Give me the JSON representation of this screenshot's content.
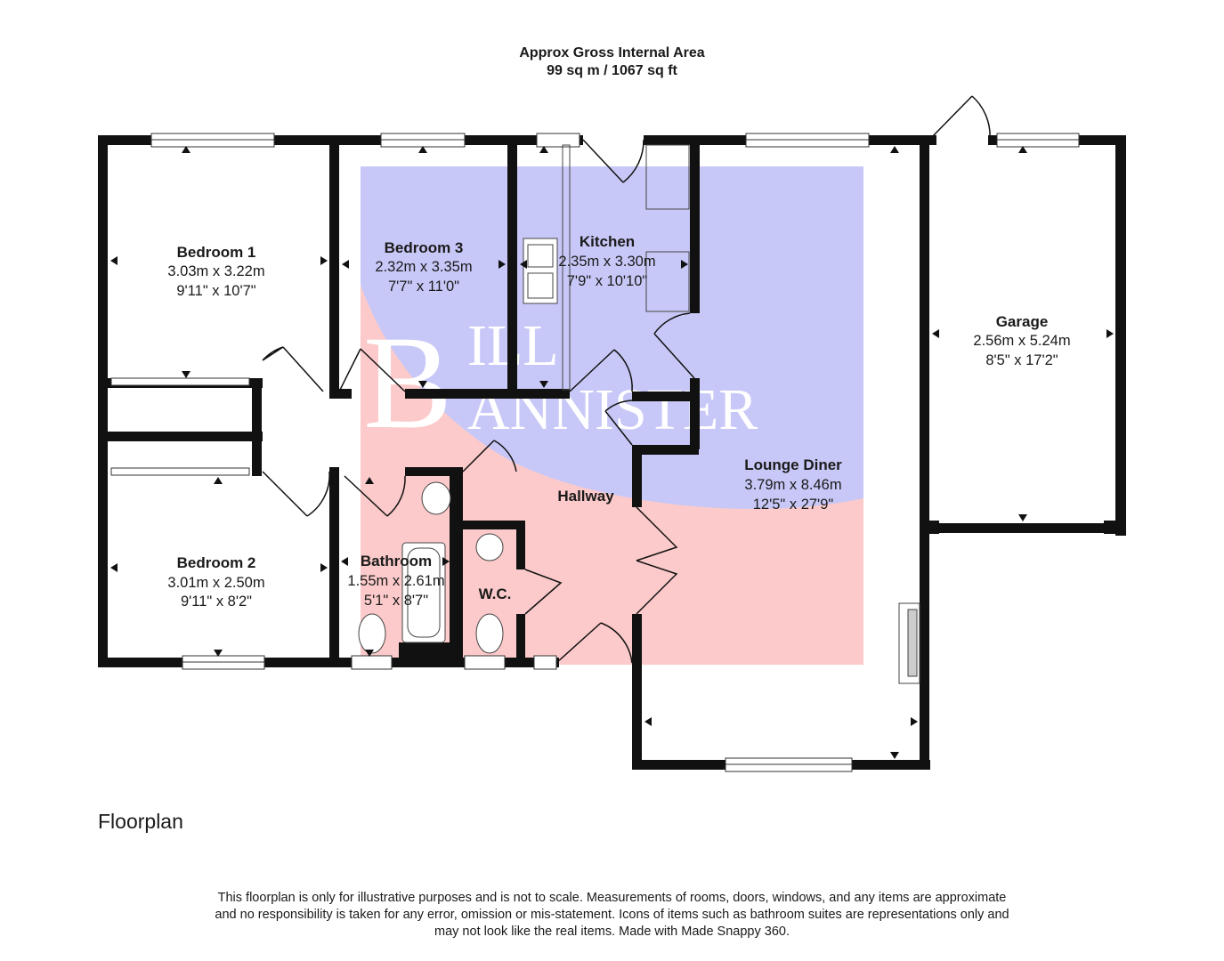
{
  "header": {
    "line1": "Approx Gross Internal Area",
    "line2": "99 sq m / 1067 sq ft"
  },
  "rooms": {
    "bedroom1": {
      "name": "Bedroom 1",
      "metric": "3.03m x 3.22m",
      "imperial": "9'11\" x 10'7\""
    },
    "bedroom3": {
      "name": "Bedroom 3",
      "metric": "2.32m x 3.35m",
      "imperial": "7'7\" x 11'0\""
    },
    "kitchen": {
      "name": "Kitchen",
      "metric": "2.35m x 3.30m",
      "imperial": "7'9\" x 10'10\""
    },
    "garage": {
      "name": "Garage",
      "metric": "2.56m x 5.24m",
      "imperial": "8'5\" x 17'2\""
    },
    "lounge": {
      "name": "Lounge Diner",
      "metric": "3.79m x 8.46m",
      "imperial": "12'5\" x 27'9\""
    },
    "hallway": {
      "name": "Hallway"
    },
    "bedroom2": {
      "name": "Bedroom 2",
      "metric": "3.01m x 2.50m",
      "imperial": "9'11\" x 8'2\""
    },
    "bathroom": {
      "name": "Bathroom",
      "metric": "1.55m x 2.61m",
      "imperial": "5'1\" x 8'7\""
    },
    "wc": {
      "name": "W.C."
    }
  },
  "watermark": {
    "initial1": "B",
    "rest1": "ILL",
    "initial2": "B",
    "rest2": "ANNISTER"
  },
  "floorplan_label": "Floorplan",
  "disclaimer": {
    "line1": "This floorplan is only for illustrative purposes and is not to scale. Measurements of rooms, doors, windows, and any items are approximate",
    "line2": "and no responsibility is taken for any error, omission or mis-statement. Icons of items such as bathroom suites are representations only and",
    "line3": "may not look like the real items. Made with Made Snappy 360."
  },
  "colors": {
    "wall": "#111111",
    "watermark_blue": "#c8c8f8",
    "watermark_pink": "#fccaca",
    "window": "#ffffff"
  }
}
